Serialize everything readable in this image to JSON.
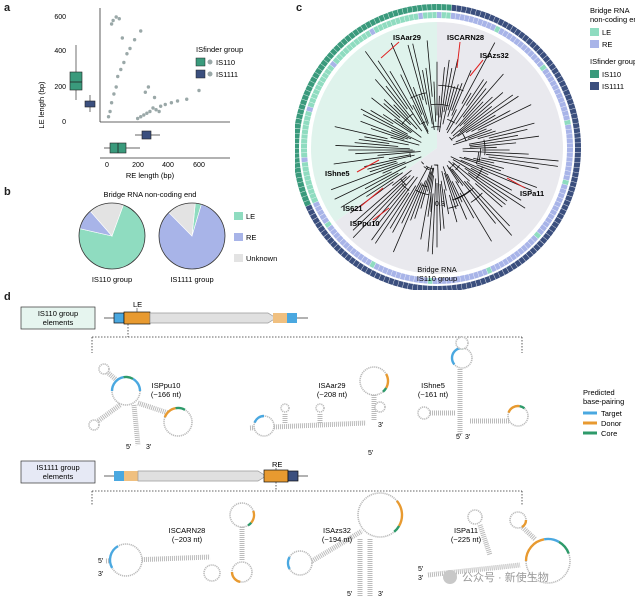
{
  "colors": {
    "is110": "#3a9a7c",
    "is1111": "#3b4f7e",
    "le": "#8fdcc0",
    "re": "#a8b4e8",
    "unknown": "#e3e3e3",
    "target": "#4aa8e0",
    "donor": "#e89a30",
    "core": "#2e9a6a",
    "scatter": "#9aa8a8"
  },
  "panels": {
    "a": "a",
    "b": "b",
    "c": "c",
    "d": "d"
  },
  "panel_a": {
    "ylabel": "LE length (bp)",
    "xlabel": "RE length (bp)",
    "yticks": [
      "0",
      "200",
      "400",
      "600"
    ],
    "xticks": [
      "0",
      "200",
      "400",
      "600"
    ],
    "legend_title": "ISfinder group",
    "legend": [
      "IS110",
      "IS1111"
    ]
  },
  "panel_b": {
    "title": "Bridge RNA non-coding end",
    "labels": [
      "IS110 group",
      "IS1111 group"
    ],
    "legend": [
      "LE",
      "RE",
      "Unknown"
    ]
  },
  "panel_c": {
    "legend_title1": "Bridge RNA",
    "legend_title2": "non-coding end",
    "legend1": [
      "LE",
      "RE"
    ],
    "legend_title3": "ISfinder group",
    "legend2": [
      "IS110",
      "IS1111"
    ],
    "elements": [
      "ISAar29",
      "ISCARN28",
      "ISAzs32",
      "IShne5",
      "IS621",
      "ISPpu10",
      "ISPa11"
    ],
    "scale": "0.3",
    "bottom_label1": "Bridge RNA",
    "bottom_label2": "IS110 group"
  },
  "panel_d": {
    "box1": [
      "IS110 group",
      "elements"
    ],
    "box2": [
      "IS1111 group",
      "elements"
    ],
    "le": "LE",
    "re": "RE",
    "rnas": [
      {
        "name": "ISPpu10",
        "len": "(~166 nt)"
      },
      {
        "name": "ISAar29",
        "len": "(~208 nt)"
      },
      {
        "name": "IShne5",
        "len": "(~161 nt)"
      },
      {
        "name": "ISCARN28",
        "len": "(~203 nt)"
      },
      {
        "name": "ISAzs32",
        "len": "(~194 nt)"
      },
      {
        "name": "ISPa11",
        "len": "(~225 nt)"
      }
    ],
    "ends": [
      "5′",
      "3′"
    ],
    "legend_title": [
      "Predicted",
      "base-pairing"
    ],
    "legend": [
      "Target",
      "Donor",
      "Core"
    ]
  },
  "watermark": "公众号 · 新使生物",
  "chart_data": [
    {
      "type": "scatter",
      "title": "",
      "xlabel": "RE length (bp)",
      "ylabel": "LE length (bp)",
      "xlim": [
        0,
        700
      ],
      "ylim": [
        0,
        650
      ],
      "series": [
        {
          "name": "IS110",
          "x": [
            10,
            20,
            30,
            45,
            60,
            70,
            90,
            110,
            130,
            150,
            180,
            220,
            30,
            40,
            60,
            80,
            100
          ],
          "y": [
            30,
            60,
            110,
            160,
            200,
            260,
            300,
            340,
            390,
            420,
            470,
            520,
            560,
            580,
            600,
            590,
            480
          ]
        },
        {
          "name": "IS1111",
          "x": [
            200,
            220,
            240,
            260,
            280,
            300,
            320,
            350,
            380,
            420,
            460,
            520,
            600,
            250,
            270,
            310,
            340
          ],
          "y": [
            20,
            30,
            40,
            50,
            60,
            80,
            70,
            90,
            100,
            110,
            120,
            130,
            180,
            170,
            200,
            140,
            60
          ]
        }
      ]
    },
    {
      "type": "pie",
      "title": "IS110 group",
      "labels": [
        "LE",
        "RE",
        "Unknown"
      ],
      "values": [
        73,
        10,
        17
      ]
    },
    {
      "type": "pie",
      "title": "IS1111 group",
      "labels": [
        "LE",
        "RE",
        "Unknown"
      ],
      "values": [
        3,
        83,
        14
      ]
    }
  ]
}
